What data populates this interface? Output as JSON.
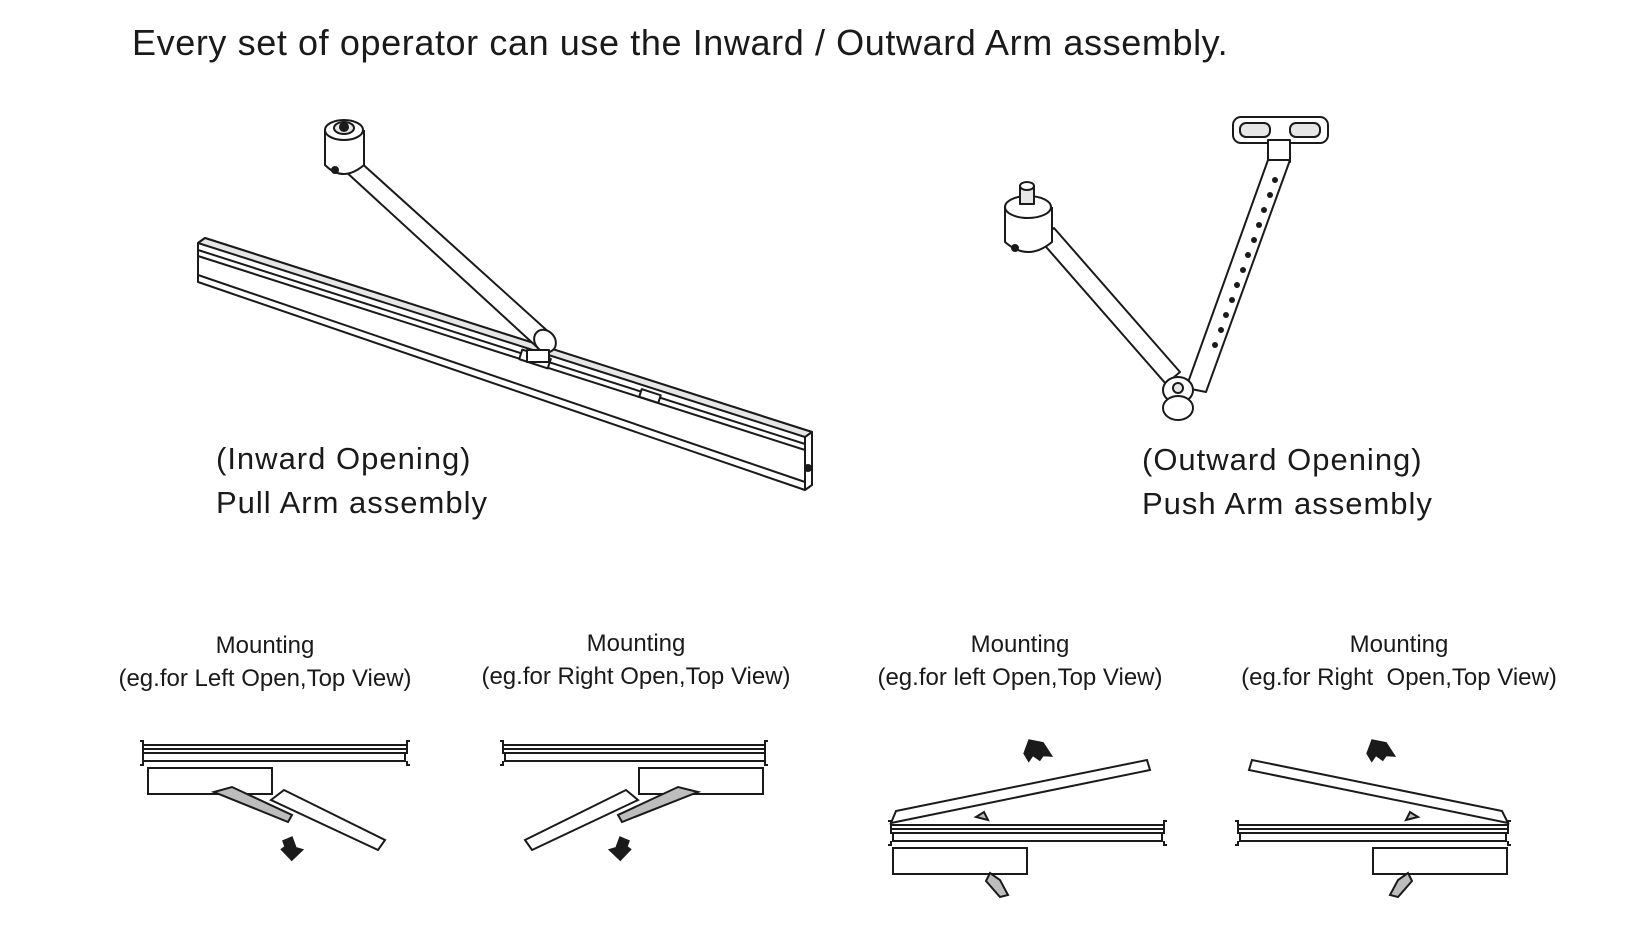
{
  "headline": "Every set of operator can use the Inward / Outward Arm assembly.",
  "inward": {
    "line1": "(Inward Opening)",
    "line2": "Pull Arm assembly"
  },
  "outward": {
    "line1": "(Outward Opening)",
    "line2": "Push Arm assembly"
  },
  "mounting": [
    {
      "title": "Mounting",
      "subtitle": "(eg.for Left Open,Top View)"
    },
    {
      "title": "Mounting",
      "subtitle": "(eg.for Right Open,Top View)"
    },
    {
      "title": "Mounting",
      "subtitle": "(eg.for left Open,Top View)"
    },
    {
      "title": "Mounting",
      "subtitle": "(eg.for Right  Open,Top View)"
    }
  ],
  "colors": {
    "line": "#1a1a1a",
    "fill": "#ffffff",
    "shade": "#bdbdbd"
  }
}
